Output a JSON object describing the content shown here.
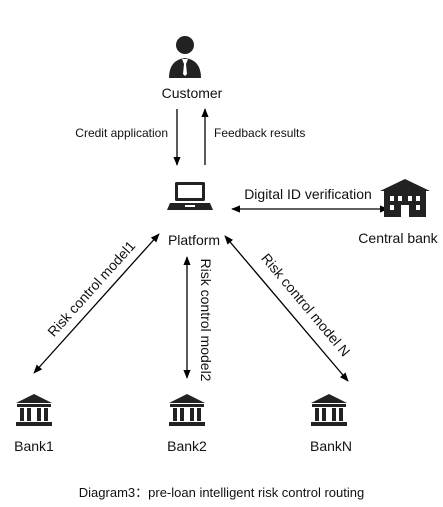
{
  "nodes": {
    "customer": "Customer",
    "platform": "Platform",
    "central_bank": "Central bank",
    "bank1": "Bank1",
    "bank2": "Bank2",
    "bankN": "BankN"
  },
  "edges": {
    "credit_application": "Credit application",
    "feedback_results": "Feedback results",
    "digital_id": "Digital ID verification",
    "risk1": "Risk control model1",
    "risk2": "Risk control model2",
    "riskN": "Risk control model N"
  },
  "caption": "Diagram3：pre-loan intelligent risk control routing",
  "icons": [
    "person-icon",
    "laptop-icon",
    "bank-building-icon"
  ],
  "colors": {
    "stroke": "#000000",
    "text": "#111111"
  }
}
